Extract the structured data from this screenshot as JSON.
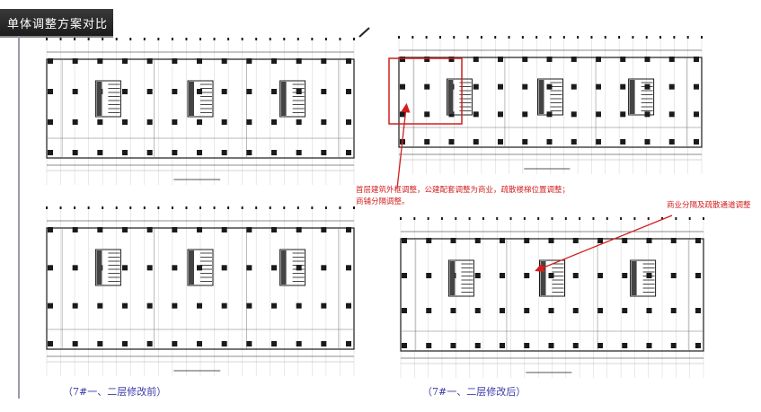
{
  "header": {
    "title": "单体调整方案对比"
  },
  "notes": {
    "note1_line1": "首层建筑外框调整，公建配套调整为商业，疏散楼梯位置调整；",
    "note1_line2": "商铺分隔调整。",
    "note2": "商业分隔及疏散通道调整"
  },
  "captions": {
    "before": "（7#一、二层修改前）",
    "after": "（7#一、二层修改后）"
  },
  "colors": {
    "annotation": "#d21e1e",
    "caption": "#3a3aa8",
    "linework": "#1a1a1a"
  }
}
